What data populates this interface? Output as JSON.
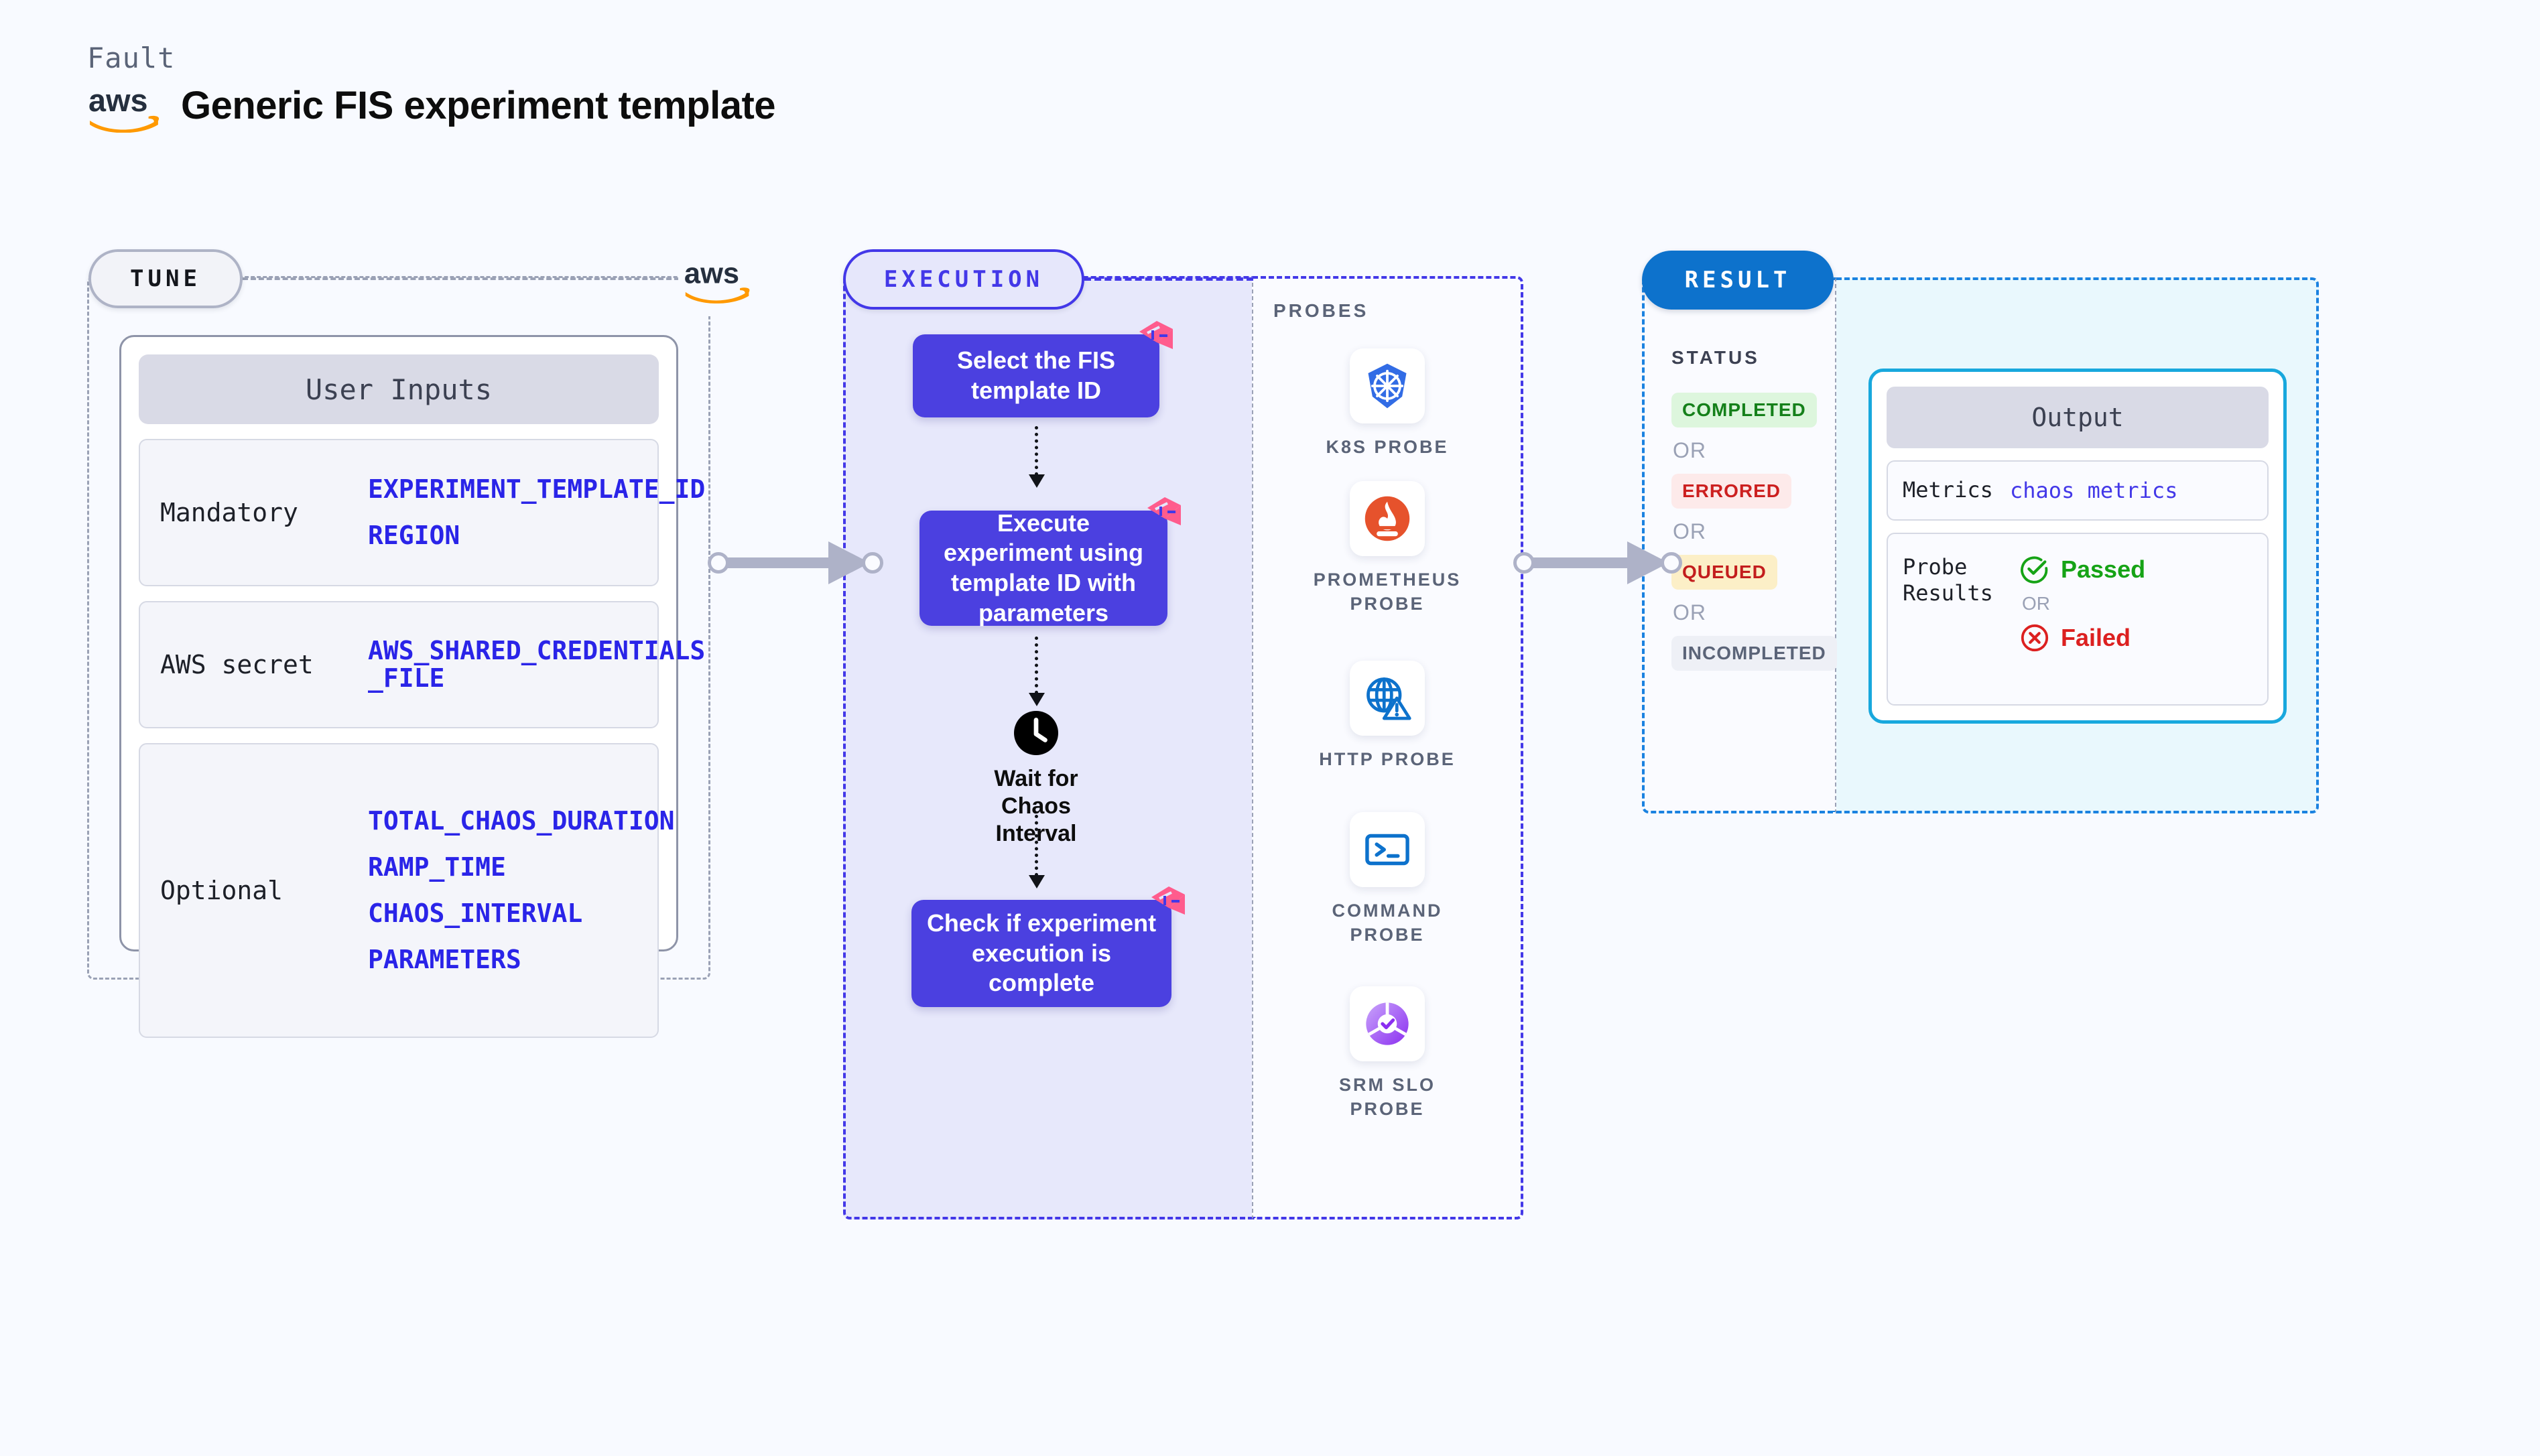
{
  "header": {
    "eyebrow": "Fault",
    "title": "Generic FIS experiment template",
    "logo_name": "aws-logo"
  },
  "tune": {
    "label": "TUNE",
    "badge_logo": "aws-logo",
    "card_title": "User Inputs",
    "rows": [
      {
        "label": "Mandatory",
        "values": [
          "EXPERIMENT_TEMPLATE_ID",
          "REGION"
        ]
      },
      {
        "label": "AWS secret",
        "values": [
          "AWS_SHARED_CREDENTIALS\n_FILE"
        ]
      },
      {
        "label": "Optional",
        "values": [
          "TOTAL_CHAOS_DURATION",
          "RAMP_TIME",
          "CHAOS_INTERVAL",
          "PARAMETERS"
        ]
      }
    ]
  },
  "execution": {
    "label": "EXECUTION",
    "steps": [
      {
        "text": "Select the FIS template ID"
      },
      {
        "text": "Execute experiment using template ID with parameters"
      },
      {
        "text": "Check if experiment execution is complete"
      }
    ],
    "wait_node": {
      "icon": "clock-icon",
      "text": "Wait for Chaos Interval"
    }
  },
  "probes": {
    "title": "PROBES",
    "items": [
      {
        "label": "K8S PROBE",
        "icon": "kubernetes-icon"
      },
      {
        "label": "PROMETHEUS PROBE",
        "icon": "prometheus-icon"
      },
      {
        "label": "HTTP PROBE",
        "icon": "globe-warning-icon"
      },
      {
        "label": "COMMAND PROBE",
        "icon": "terminal-icon"
      },
      {
        "label": "SRM SLO PROBE",
        "icon": "slo-donut-icon"
      }
    ]
  },
  "result": {
    "label": "RESULT",
    "status_title": "STATUS",
    "or_text": "OR",
    "statuses": [
      {
        "text": "COMPLETED",
        "style": "completed"
      },
      {
        "text": "ERRORED",
        "style": "errored"
      },
      {
        "text": "QUEUED",
        "style": "queued"
      },
      {
        "text": "INCOMPLETED",
        "style": "incomplete"
      }
    ],
    "output": {
      "title": "Output",
      "metrics_label": "Metrics",
      "metrics_value": "chaos metrics",
      "probe_label": "Probe\nResults",
      "passed": "Passed",
      "failed": "Failed",
      "or_text": "OR"
    }
  },
  "colors": {
    "background": "#f8faff",
    "execution_accent": "#4338e8",
    "result_accent": "#1b82e0",
    "output_border": "#18a8dd",
    "step_fill": "#4b40e0",
    "litmus_pink": "#ff5c8d",
    "value_blue": "#2a24e8",
    "pass_green": "#16a316",
    "fail_red": "#dc2020"
  }
}
